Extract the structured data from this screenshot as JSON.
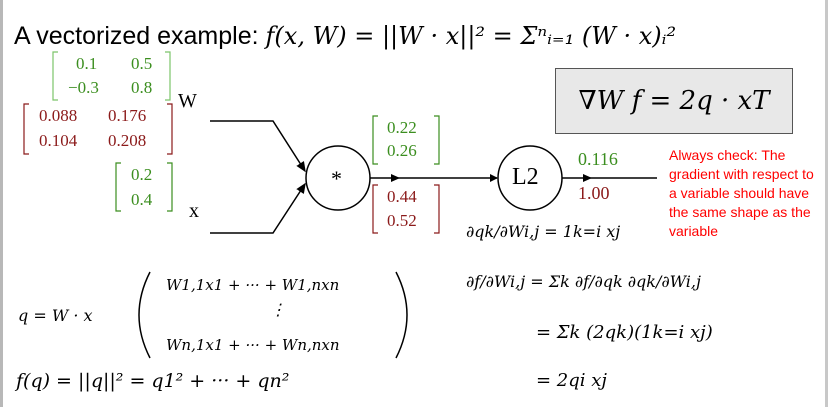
{
  "title": {
    "text": "A vectorized example:",
    "formula": "f(x, W) = ||W · x||² = Σⁿᵢ₌₁ (W · x)ᵢ²"
  },
  "inputs": {
    "W_label": "W",
    "x_label": "x",
    "W_grad": [
      [
        "0.1",
        "0.5"
      ],
      [
        "−0.3",
        "0.8"
      ]
    ],
    "W_value": [
      [
        "0.088",
        "0.176"
      ],
      [
        "0.104",
        "0.208"
      ]
    ],
    "x_value": [
      "0.2",
      "0.4"
    ]
  },
  "nodes": {
    "mul": "*",
    "l2": "L2"
  },
  "q": {
    "value": [
      "0.22",
      "0.26"
    ],
    "grad": [
      "0.44",
      "0.52"
    ]
  },
  "output": {
    "value": "0.116",
    "grad": "1.00"
  },
  "gradient_box": "∇W f = 2q · xT",
  "note": "Always check: The gradient with respect to a variable should have the same shape as the variable",
  "equations": {
    "dq_dW": "∂qk/∂Wi,j = 1k=i xj",
    "df_dW_1": "∂f/∂Wi,j = Σk ∂f/∂qk ∂qk/∂Wi,j",
    "df_dW_2": "= Σk (2qk)(1k=i xj)",
    "df_dW_3": "= 2qi xj",
    "q_def": "q = W · x",
    "q_row1": "W1,1x1 + ··· + W1,nxn",
    "q_dots": "⋮",
    "q_rown": "Wn,1x1 + ··· + Wn,nxn",
    "f_def": "f(q) = ||q||² = q1² + ··· + qn²"
  },
  "colors": {
    "forward": "#3b8e1f",
    "backward": "#8b1a1a",
    "note": "#ff0000"
  }
}
